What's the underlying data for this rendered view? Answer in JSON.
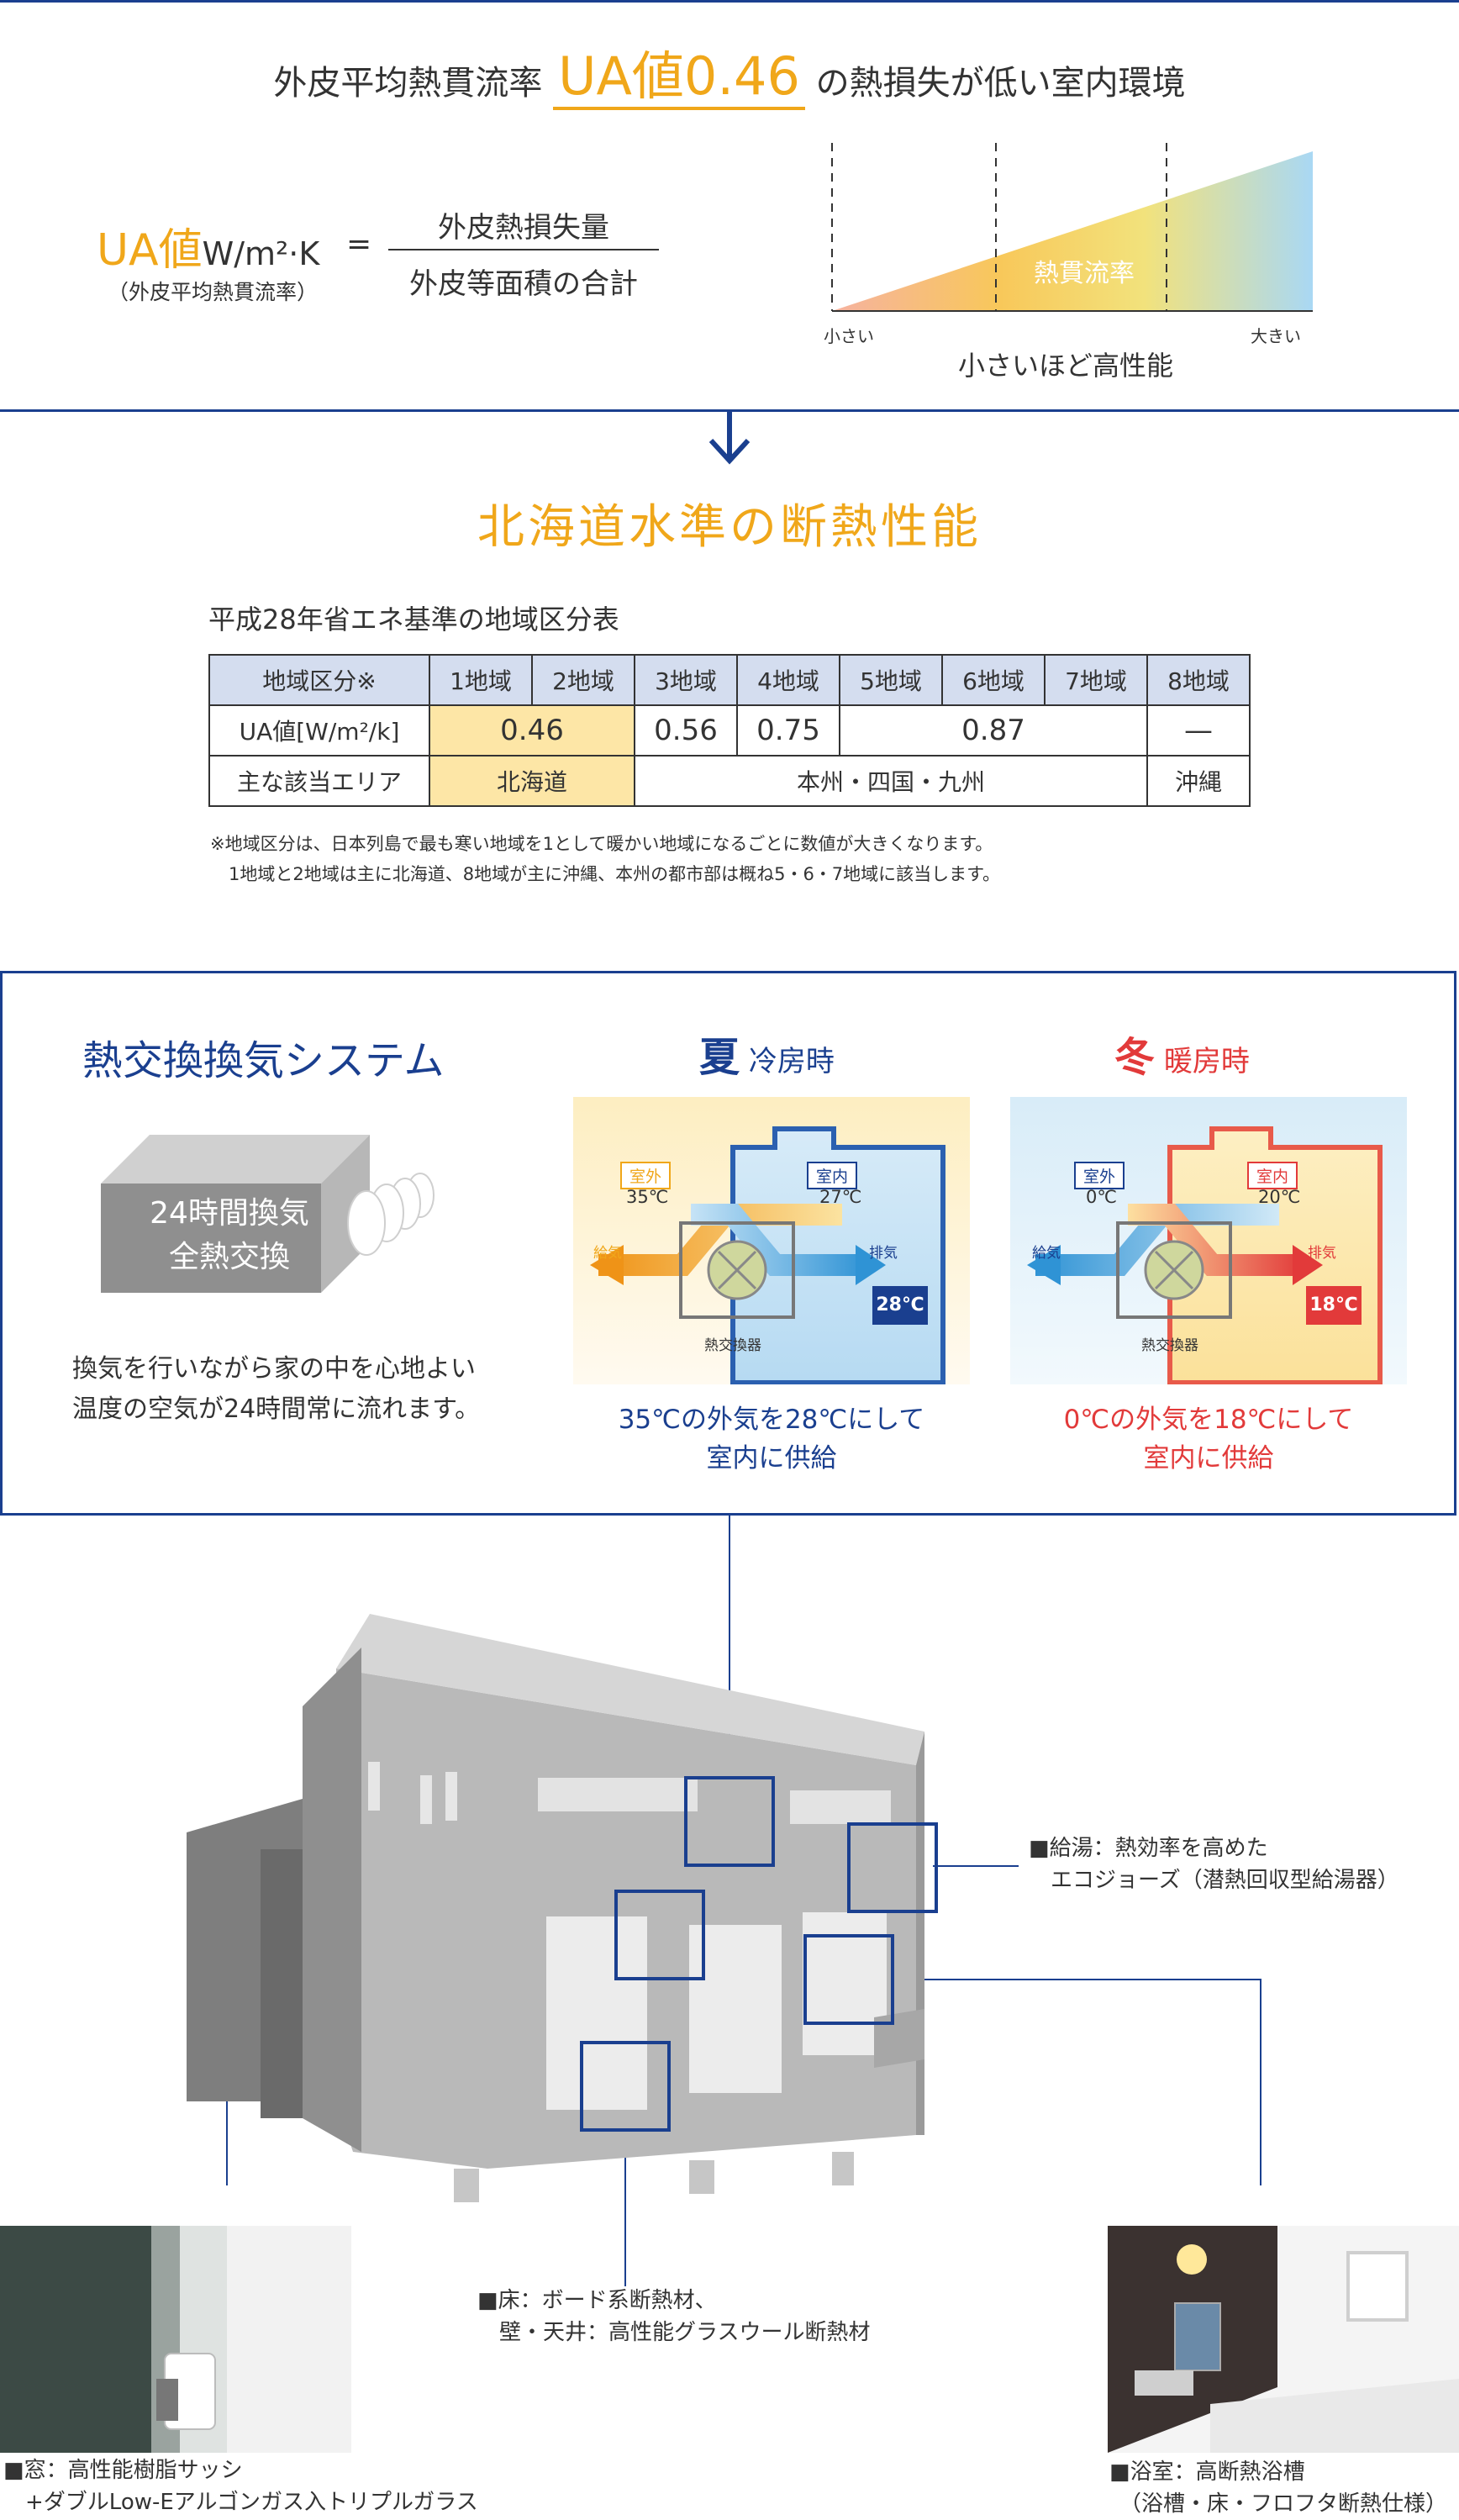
{
  "ua_section": {
    "title_before": "外皮平均熱貫流率",
    "title_ua": "UA値0.46",
    "title_after": "の熱損失が低い室内環境",
    "formula_ua": "UA値",
    "formula_unit": "W/m²·K",
    "formula_eq": "=",
    "formula_sub": "（外皮平均熱貫流率）",
    "numerator": "外皮熱損失量",
    "denominator": "外皮等面積の合計",
    "triangle_label": "熱貫流率",
    "small": "小さい",
    "large": "大きい",
    "caption": "小さいほど高性能"
  },
  "hokkaido": {
    "title": "北海道水準の断熱性能",
    "table_title": "平成28年省エネ基準の地域区分表",
    "header": [
      "地域区分※",
      "1地域",
      "2地域",
      "3地域",
      "4地域",
      "5地域",
      "6地域",
      "7地域",
      "8地域"
    ],
    "ua_label": "UA値[W/m²/k]",
    "ua_values": [
      "0.46",
      "0.56",
      "0.75",
      "0.87",
      "—"
    ],
    "area_label": "主な該当エリア",
    "areas": [
      "北海道",
      "本州・四国・九州",
      "沖縄"
    ],
    "note1": "※地域区分は、日本列島で最も寒い地域を1として暖かい地域になるごとに数値が大きくなります。",
    "note2": "1地域と2地域は主に北海道、8地域が主に沖縄、本州の都市部は概ね5・6・7地域に該当します。"
  },
  "ventilation": {
    "title": "熱交換換気システム",
    "box_line1": "24時間換気",
    "box_line2": "全熱交換",
    "desc_line1": "換気を行いながら家の中を心地よい",
    "desc_line2": "温度の空気が24時間常に流れます。",
    "summer": {
      "big": "夏",
      "label": "冷房時",
      "outdoor": "室外",
      "outdoor_temp": "35℃",
      "indoor": "室内",
      "indoor_temp": "27℃",
      "supply": "給気",
      "exhaust": "排気",
      "exchanger": "熱交換器",
      "result": "28℃",
      "caption1": "35℃の外気を28℃にして",
      "caption2": "室内に供給"
    },
    "winter": {
      "big": "冬",
      "label": "暖房時",
      "outdoor": "室外",
      "outdoor_temp": "0℃",
      "indoor": "室内",
      "indoor_temp": "20℃",
      "supply": "給気",
      "exhaust": "排気",
      "exchanger": "熱交換器",
      "result": "18℃",
      "caption1": "0℃の外気を18℃にして",
      "caption2": "室内に供給"
    }
  },
  "house": {
    "hot_water_1": "■給湯：熱効率を高めた",
    "hot_water_2": "エコジョーズ（潜熱回収型給湯器）",
    "floor_1": "■床：ボード系断熱材、",
    "floor_2": "壁・天井：高性能グラスウール断熱材",
    "window_1": "■窓：高性能樹脂サッシ",
    "window_2": "+ダブルLow-Eアルゴンガス入トリプルガラス",
    "bath_1": "■浴室：高断熱浴槽",
    "bath_2": "（浴槽・床・フロフタ断熱仕様）"
  }
}
